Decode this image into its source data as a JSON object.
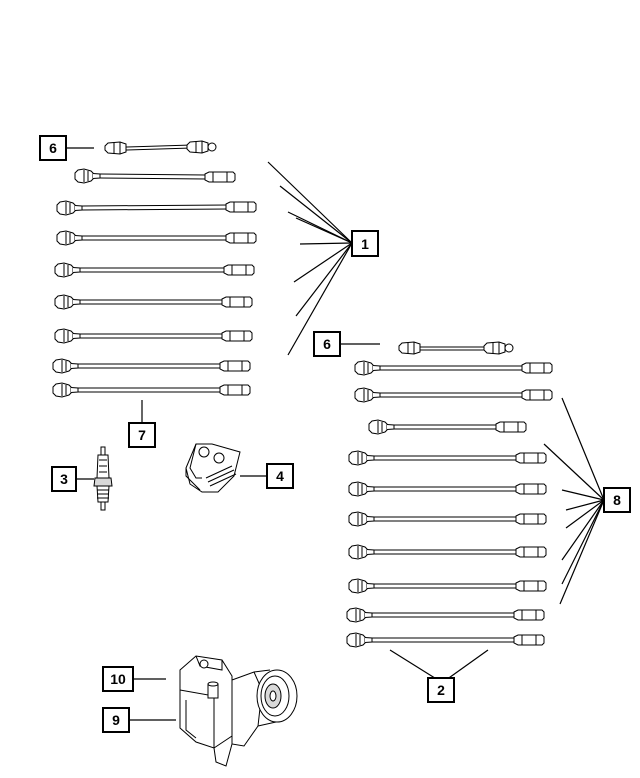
{
  "diagram": {
    "callouts": {
      "c1": "1",
      "c2": "2",
      "c3": "3",
      "c4": "4",
      "c6a": "6",
      "c6b": "6",
      "c7": "7",
      "c8": "8",
      "c9": "9",
      "c10": "10"
    }
  }
}
